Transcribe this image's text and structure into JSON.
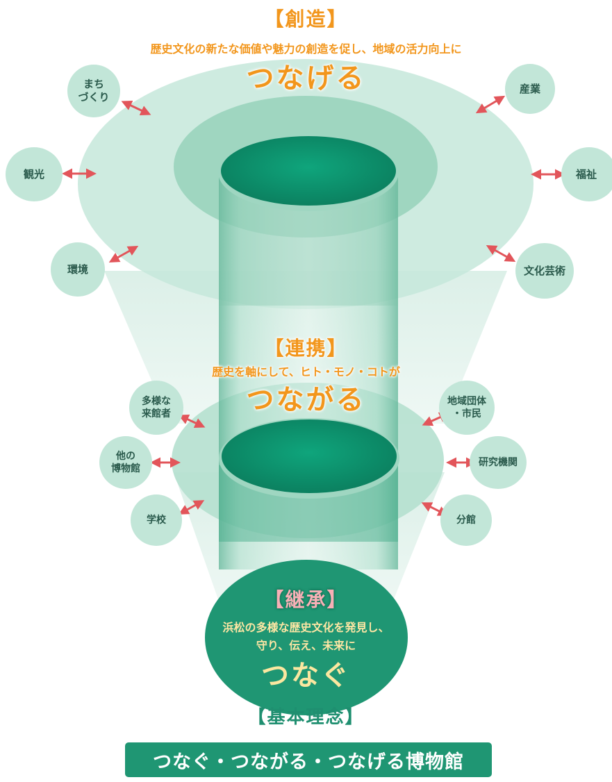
{
  "souzou": {
    "title": "【創造】",
    "desc": "歴史文化の新たな価値や魅力の創造を促し、地域の活力向上に",
    "verb": "つなげる"
  },
  "renkei": {
    "title": "【連携】",
    "desc": "歴史を軸にして、ヒト・モノ・コトが",
    "verb": "つながる"
  },
  "keishou": {
    "title": "【継承】",
    "desc1": "浜松の多様な歴史文化を発見し、",
    "desc2": "守り、伝え、未来に",
    "verb": "つなぐ"
  },
  "outer_nodes": {
    "machizukuri": "まち\nづくり",
    "sangyo": "産業",
    "kanko": "観光",
    "fukushi": "福祉",
    "kankyo": "環境",
    "bunka_geijutsu": "文化芸術"
  },
  "inner_nodes": {
    "raikansha": "多様な\n来館者",
    "chiiki_dantai": "地域団体\n・市民",
    "hakubutsukan": "他の\n博物館",
    "kenkyu_kikan": "研究機関",
    "gakko": "学校",
    "bunkan": "分館"
  },
  "footer": {
    "label": "【基本理念】",
    "banner": "つなぐ・つながる・つなげる博物館"
  },
  "colors": {
    "accent_orange": "#f2961c",
    "arrow_red": "#e2555a",
    "primary_green": "#1f9673",
    "light_green": "#c2e6d8"
  }
}
